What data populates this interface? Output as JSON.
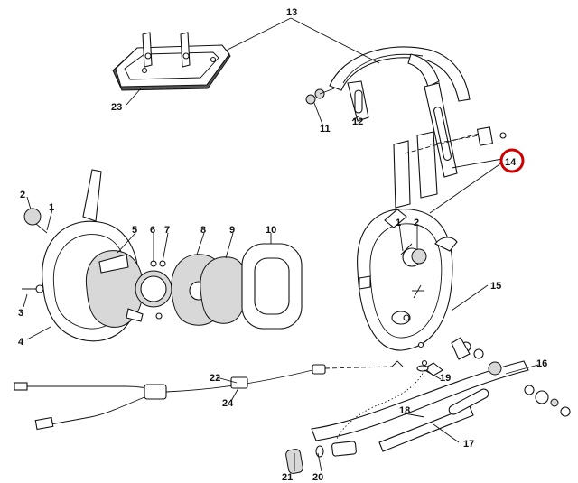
{
  "callouts": {
    "c1": "1",
    "c2": "2",
    "c3": "3",
    "c4": "4",
    "c5": "5",
    "c6": "6",
    "c7": "7",
    "c8": "8",
    "c9": "9",
    "c10": "10",
    "c11": "11",
    "c12": "12",
    "c13": "13",
    "c14": "14",
    "c15": "15",
    "c16": "16",
    "c17": "17",
    "c18": "18",
    "c19": "19",
    "c20": "20",
    "c21": "21",
    "c22": "22",
    "c23": "23",
    "c24": "24",
    "c1b": "1",
    "c2b": "2"
  },
  "highlight": {
    "label": "14",
    "color": "#cc0000"
  }
}
